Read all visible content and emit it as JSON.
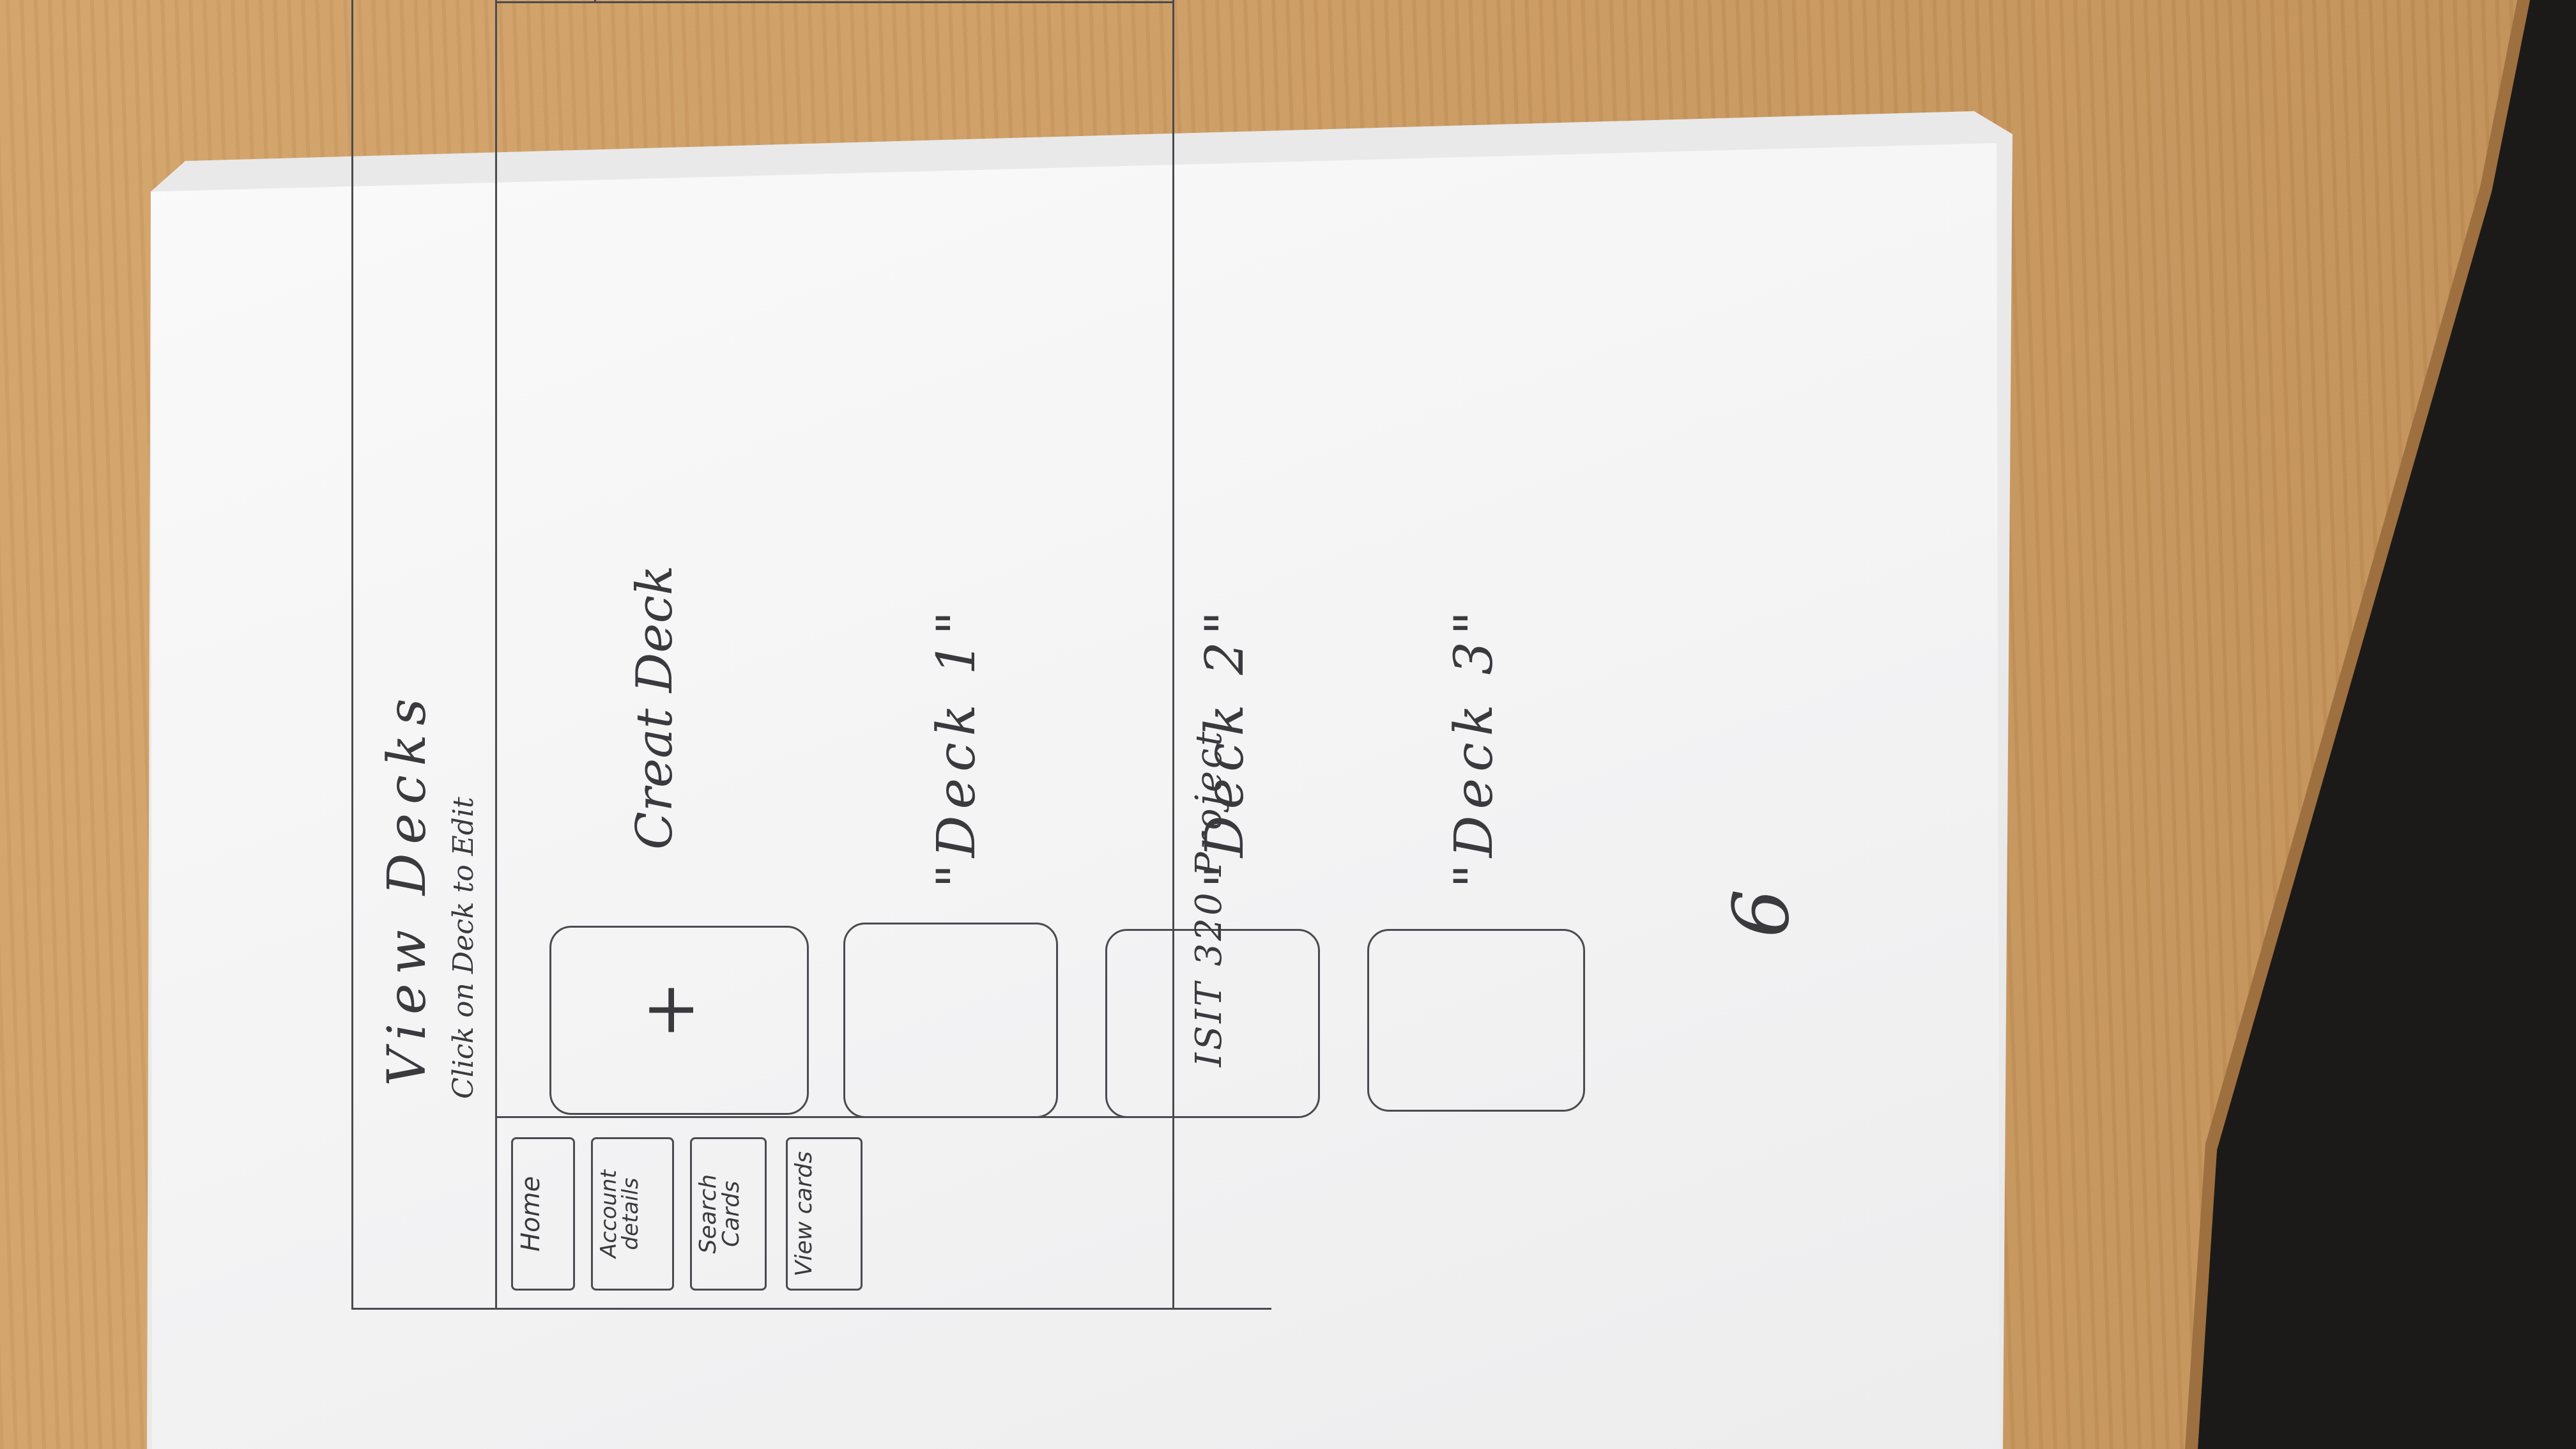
{
  "sketch": {
    "title": "View Decks",
    "subtitle": "Click on Deck to Edit",
    "nav": [
      {
        "label": "Home"
      },
      {
        "label": "Account details"
      },
      {
        "label": "Search Cards"
      },
      {
        "label": "View cards"
      }
    ],
    "decks": [
      {
        "symbol": "+",
        "label": "Creat Deck"
      },
      {
        "label": "\"Deck 1\""
      },
      {
        "label": "\"Deck 2\""
      },
      {
        "label": "\"Deck 3\""
      }
    ],
    "footer": "ISIT 320 Project",
    "page_number": "6"
  }
}
